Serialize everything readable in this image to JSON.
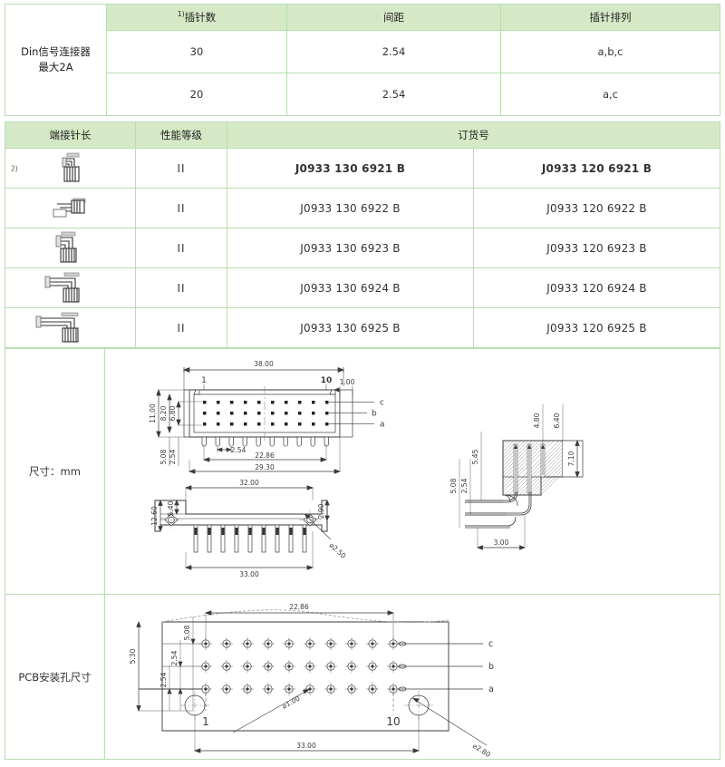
{
  "spec_table": {
    "row_label": "Din信号连接器\n最大2A",
    "row_label_line1": "Din信号连接器",
    "row_label_line2": "最大2A",
    "headers": [
      "插针数",
      "间距",
      "插针排列"
    ],
    "header_note_marker": "1)",
    "rows": [
      {
        "pins": "30",
        "pitch": "2.54",
        "arrangement": "a,b,c"
      },
      {
        "pins": "20",
        "pitch": "2.54",
        "arrangement": "a,c"
      }
    ]
  },
  "order_table": {
    "headers": [
      "端接针长",
      "性能等级",
      "订货号"
    ],
    "note_marker": "2)",
    "rows": [
      {
        "icon": "pin-straight-short-icon",
        "grade": "II",
        "order_a": "J0933 130 6921 B",
        "order_b": "J0933 120 6921 B",
        "bold": true
      },
      {
        "icon": "pin-angled-1-icon",
        "grade": "II",
        "order_a": "J0933 130 6922 B",
        "order_b": "J0933 120 6922 B",
        "bold": false
      },
      {
        "icon": "pin-angled-2-icon",
        "grade": "II",
        "order_a": "J0933 130 6923 B",
        "order_b": "J0933 120 6923 B",
        "bold": false
      },
      {
        "icon": "pin-angled-3-icon",
        "grade": "II",
        "order_a": "J0933 130 6924 B",
        "order_b": "J0933 120 6924 B",
        "bold": false
      },
      {
        "icon": "pin-angled-4-icon",
        "grade": "II",
        "order_a": "J0933 130 6925 B",
        "order_b": "J0933 120 6925 B",
        "bold": false
      }
    ]
  },
  "dimension_section": {
    "label": "尺寸：mm",
    "top_view": {
      "overall_width": "38.00",
      "pin_first": "1",
      "pin_tenth": "10",
      "edge": "1.00",
      "height_overall": "11.00",
      "height_inner": "8.20",
      "height_inner2": "6.80",
      "offset_508": "5.08",
      "offset_254": "2.54",
      "pitch": "2.54",
      "row_span": "22.86",
      "mount_span": "29.30",
      "row_c": "c",
      "row_b": "b",
      "row_a": "a"
    },
    "front_view": {
      "body_width": "32.00",
      "step_height": "5.40",
      "total_height": "12.60",
      "right_step": "2.90",
      "overall_span": "33.00",
      "hole_dia": "⌀2.50"
    },
    "side_view": {
      "dim_480": "4.80",
      "dim_640": "6.40",
      "dim_710": "7.10",
      "dim_545": "5.45",
      "dim_508": "5.08",
      "dim_254": "2.54",
      "dim_300": "3.00"
    }
  },
  "pcb_section": {
    "label": "PCB安装孔尺寸",
    "drawing": {
      "row_span": "22.86",
      "dim_508": "5.08",
      "dim_254_a": "2.54",
      "dim_254_b": "2.54",
      "dim_530": "5.30",
      "pin_first": "1",
      "pin_tenth": "10",
      "hole_small": "⌀1.00",
      "hole_large": "⌀2.80",
      "overall": "33.00",
      "row_c": "c",
      "row_b": "b",
      "row_a": "a"
    }
  },
  "colors": {
    "header_green": "#d6e9c6",
    "border_green": "#b9ddb0",
    "text": "#333333",
    "line": "#3a3a3a"
  }
}
